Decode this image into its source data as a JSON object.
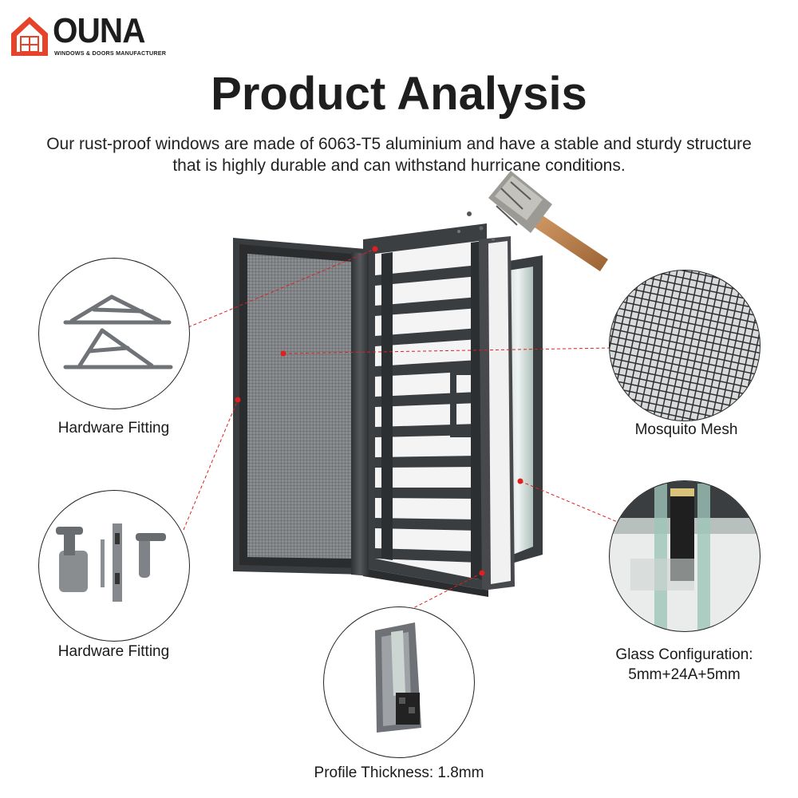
{
  "brand": {
    "name": "OUNA",
    "tagline": "WINDOWS & DOORS MANUFACTURER",
    "accent_color": "#e5442b"
  },
  "title": "Product Analysis",
  "intro": "Our rust-proof windows are made of 6063-T5 aluminium and have a stable and sturdy structure that is highly durable and can withstand hurricane conditions.",
  "features": {
    "hardware_fitting_top": {
      "label": "Hardware Fitting",
      "icon": "friction-hinge-icon"
    },
    "hardware_fitting_bottom": {
      "label": "Hardware Fitting",
      "icon": "window-handle-lock-icon"
    },
    "mosquito_mesh": {
      "label": "Mosquito Mesh",
      "icon": "mesh-texture-icon"
    },
    "glass_configuration": {
      "label_line1": "Glass Configuration:",
      "label_line2": "5mm+24A+5mm",
      "icon": "double-glazing-icon"
    },
    "profile_thickness": {
      "label": "Profile Thickness: 1.8mm",
      "icon": "aluminium-profile-icon"
    }
  },
  "colors": {
    "frame": "#3d4042",
    "frame_dark": "#2a2c2e",
    "callout_line": "#e02020"
  }
}
